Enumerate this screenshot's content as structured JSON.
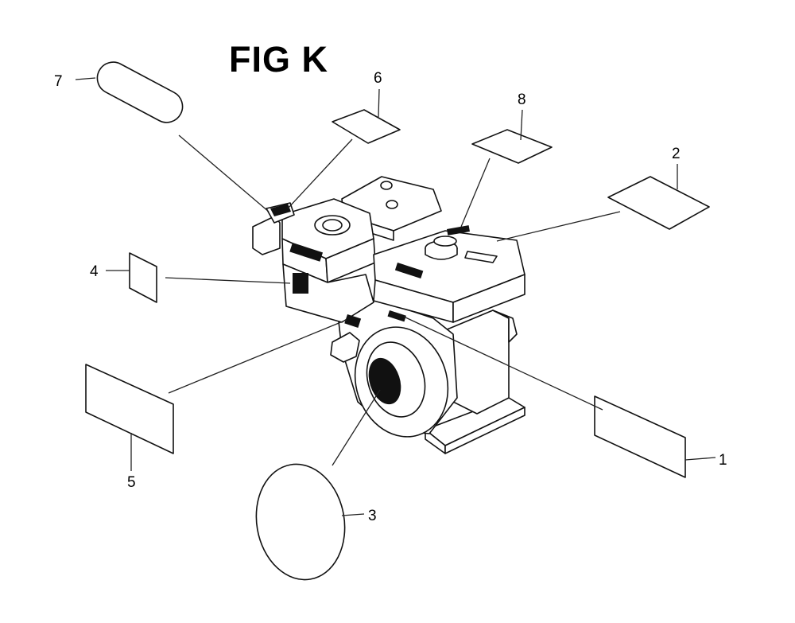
{
  "title": "FIG K",
  "callouts": [
    {
      "number": "1",
      "shape": "rectangle-decal"
    },
    {
      "number": "2",
      "shape": "parallelogram-decal"
    },
    {
      "number": "3",
      "shape": "oval-decal"
    },
    {
      "number": "4",
      "shape": "small-rectangle-decal"
    },
    {
      "number": "5",
      "shape": "rectangle-decal"
    },
    {
      "number": "6",
      "shape": "parallelogram-decal"
    },
    {
      "number": "7",
      "shape": "rounded-oval-decal"
    },
    {
      "number": "8",
      "shape": "parallelogram-decal"
    }
  ]
}
